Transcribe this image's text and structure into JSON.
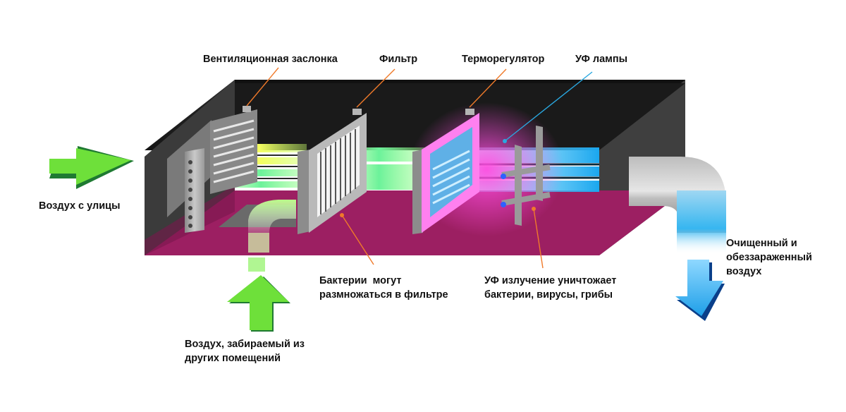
{
  "labels": {
    "damper": "Вентиляционная заслонка",
    "filter": "Фильтр",
    "thermostat": "Терморегулятор",
    "uv_lamps": "УФ лампы",
    "outside_air": "Воздух с улицы",
    "other_rooms_air": [
      "Воздух, забираемый из",
      "других помещений"
    ],
    "bacteria_multiply": [
      "Бактерии  могут",
      "размножаться в фильтре"
    ],
    "uv_destroys": [
      "УФ излучение уничтожает",
      "бактерии, вирусы, грибы"
    ],
    "clean_air": [
      "Очищенный и",
      "обеззараженный",
      "воздух"
    ]
  },
  "colors": {
    "leader_orange": "#f07a2a",
    "leader_blue": "#2aa8e0",
    "duct_floor": "#9c1f62",
    "green_arrow": "#6ee03a",
    "blue_arrow": "#29a9e8",
    "uv_glow": "#ff3ad8"
  }
}
